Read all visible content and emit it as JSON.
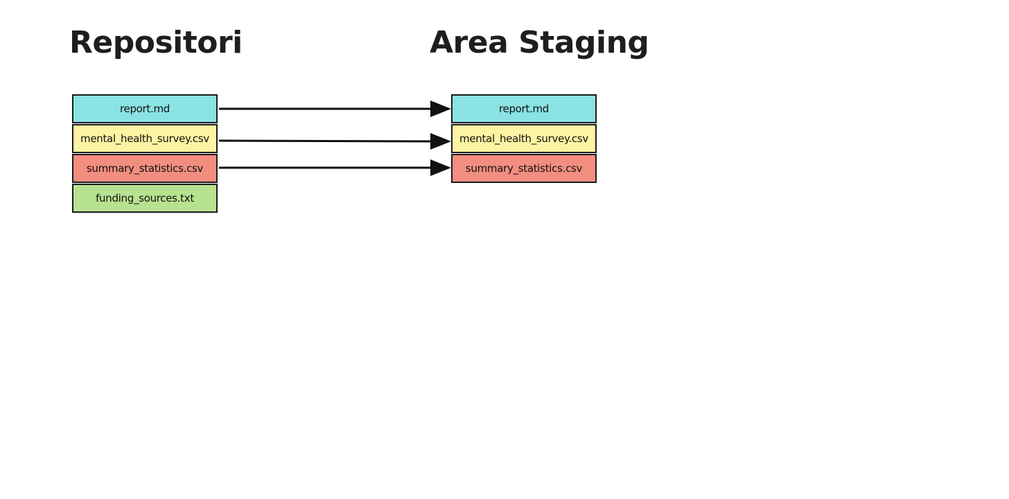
{
  "headings": {
    "left": "Repositori",
    "right": "Area Staging"
  },
  "repository_files": [
    {
      "name": "report.md",
      "color": "#8ae2e2"
    },
    {
      "name": "mental_health_survey.csv",
      "color": "#fdf4a3"
    },
    {
      "name": "summary_statistics.csv",
      "color": "#f28e80"
    },
    {
      "name": "funding_sources.txt",
      "color": "#b7e290"
    }
  ],
  "staging_files": [
    {
      "name": "report.md",
      "color": "#8ae2e2"
    },
    {
      "name": "mental_health_survey.csv",
      "color": "#fdf4a3"
    },
    {
      "name": "summary_statistics.csv",
      "color": "#f28e80"
    }
  ],
  "arrows": [
    {
      "from": "report.md",
      "to": "report.md"
    },
    {
      "from": "mental_health_survey.csv",
      "to": "mental_health_survey.csv"
    },
    {
      "from": "summary_statistics.csv",
      "to": "summary_statistics.csv"
    }
  ]
}
